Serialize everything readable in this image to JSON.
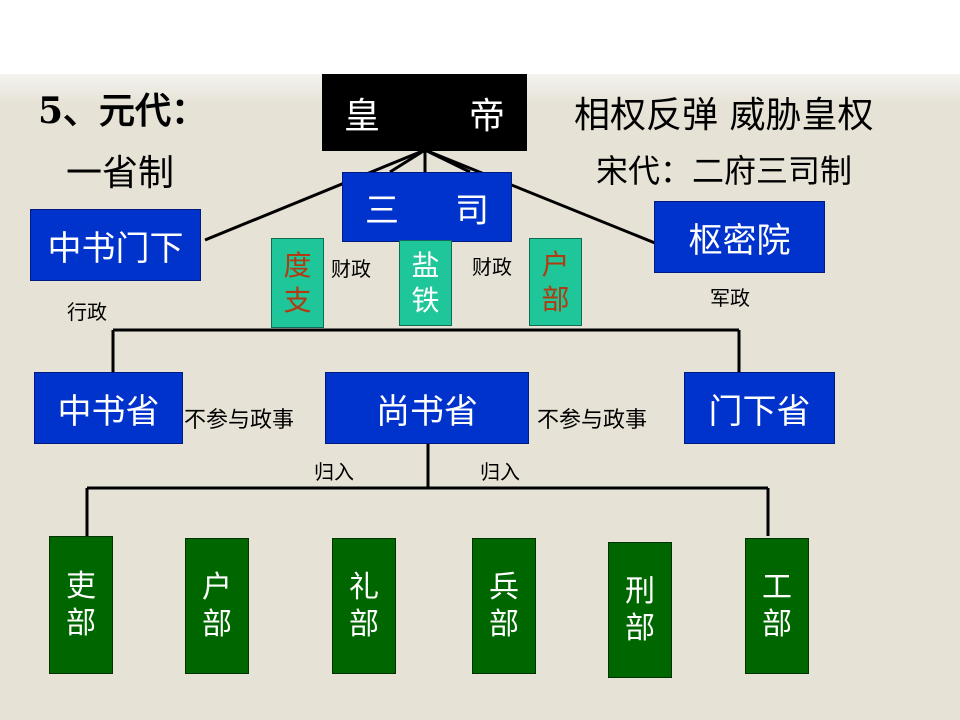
{
  "titles": {
    "left_line1": "5、元代：",
    "left_line2": "一省制",
    "right_line1": "相权反弹  威胁皇权",
    "right_line2": "宋代：二府三司制"
  },
  "nodes": {
    "emperor": {
      "c1": "皇",
      "c2": "帝"
    },
    "three_depts": {
      "c1": "三",
      "c2": "司"
    },
    "zhongshu_menxia": "中书门下",
    "shumiyuan": "枢密院",
    "duzhi": [
      "度",
      "支"
    ],
    "yantie": [
      "盐",
      "铁"
    ],
    "hubu_song": [
      "户",
      "部"
    ],
    "zhongshusheng": "中书省",
    "shangshusheng": "尚书省",
    "menxiasheng": "门下省",
    "ministries": [
      [
        "吏",
        "部"
      ],
      [
        "户",
        "部"
      ],
      [
        "礼",
        "部"
      ],
      [
        "兵",
        "部"
      ],
      [
        "刑",
        "部"
      ],
      [
        "工",
        "部"
      ]
    ]
  },
  "labels": {
    "finance_1": "财政",
    "finance_2": "财政",
    "admin": "行政",
    "military": "军政",
    "no_politics_left": "不参与政事",
    "no_politics_right": "不参与政事",
    "merge_left": "归入",
    "merge_right": "归入"
  },
  "colors": {
    "blue_box": "#0033cc",
    "green_box": "#006600",
    "teal_box": "#1fc699",
    "teal_text": "#b33a10",
    "emperor_box": "#000000",
    "background_band": "#e6e2d6"
  }
}
